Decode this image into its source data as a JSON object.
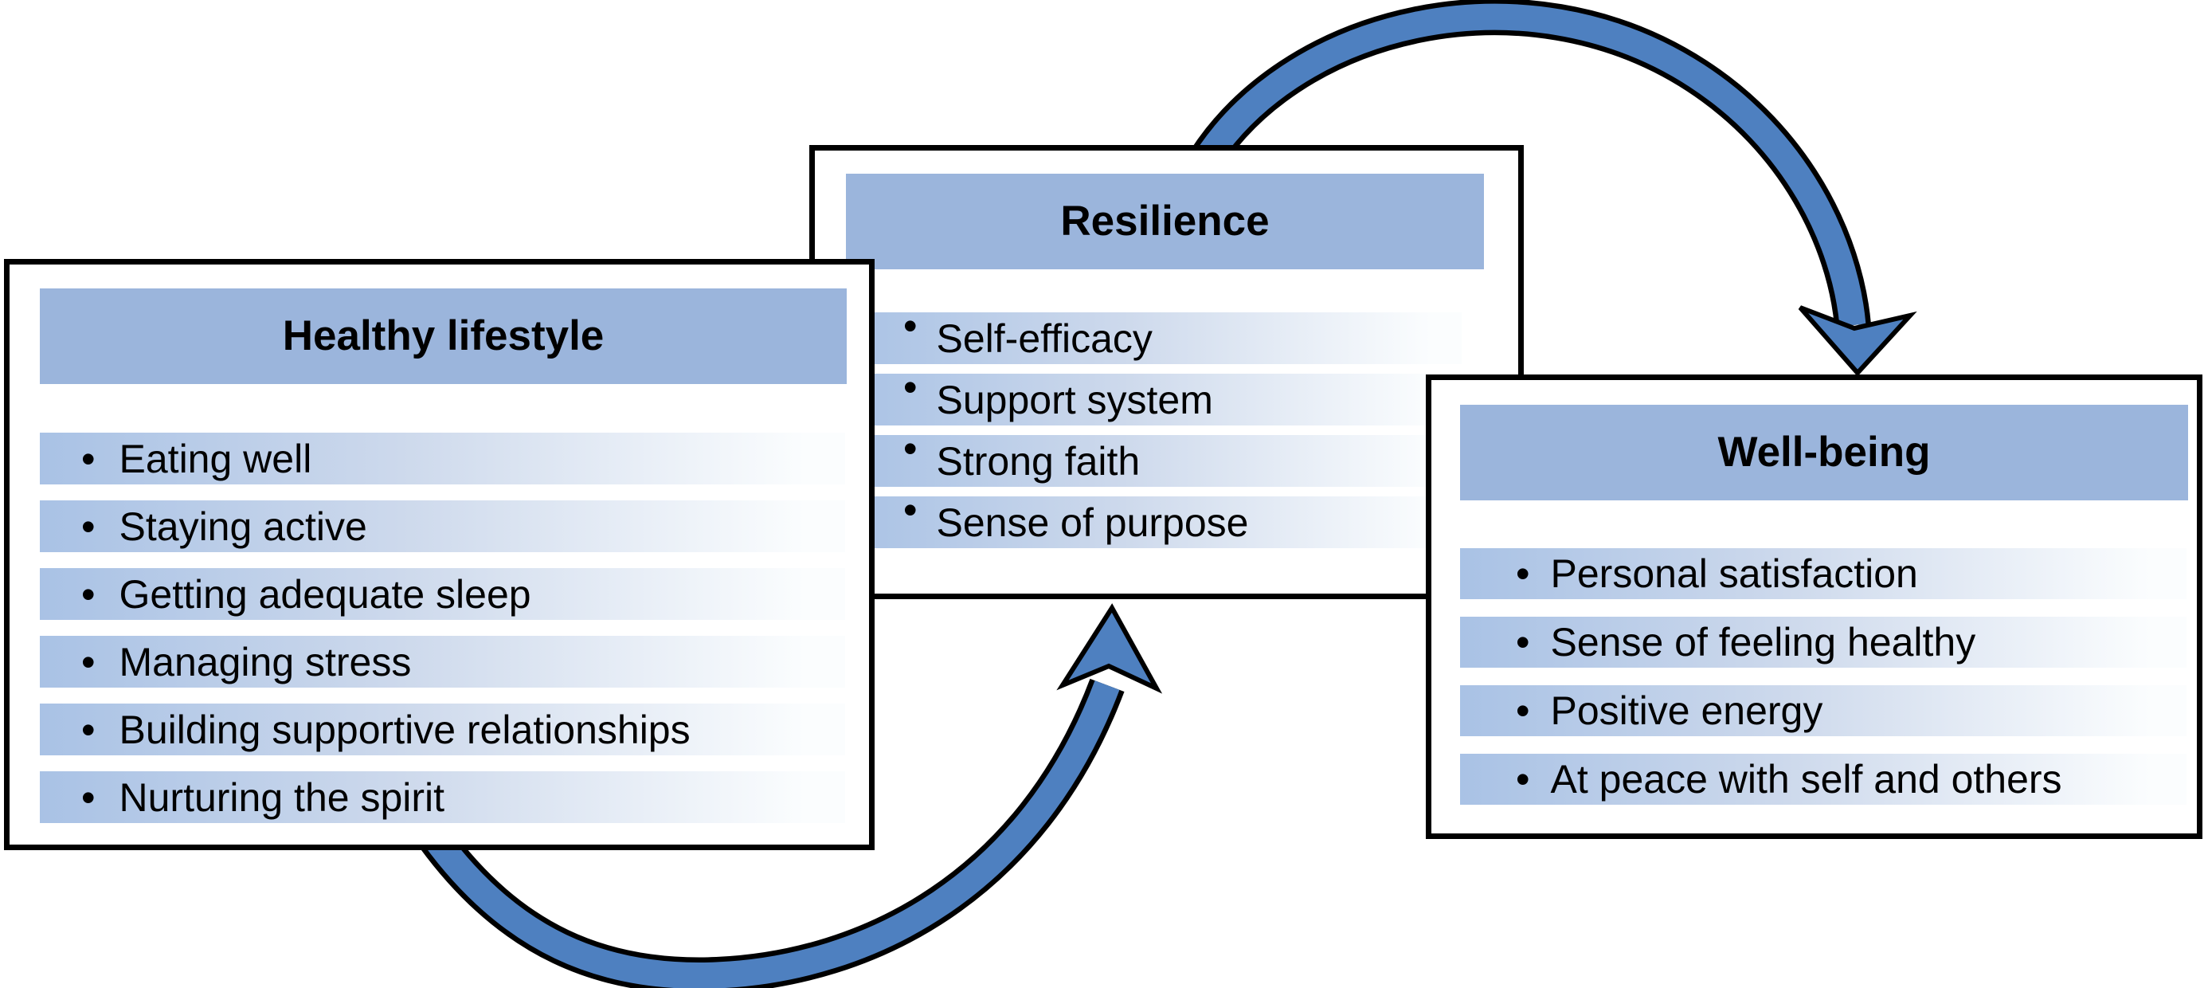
{
  "figure": {
    "bullet_char": "•",
    "boxes": [
      {
        "id": "healthy-lifestyle",
        "title": "Healthy lifestyle",
        "items": [
          "Eating well",
          "Staying active",
          "Getting adequate sleep",
          "Managing stress",
          "Building supportive relationships",
          "Nurturing the spirit"
        ]
      },
      {
        "id": "resilience",
        "title": "Resilience",
        "items": [
          "Self-efficacy",
          "Support system",
          "Strong faith",
          "Sense of purpose"
        ]
      },
      {
        "id": "well-being",
        "title": "Well-being",
        "items": [
          "Personal satisfaction",
          "Sense of feeling healthy",
          "Positive energy",
          "At peace with self and others"
        ]
      }
    ],
    "arrows": [
      {
        "name": "resilience-to-wellbeing",
        "from": "Resilience",
        "to": "Well-being"
      },
      {
        "name": "healthy-lifestyle-to-resilience",
        "from": "Healthy lifestyle",
        "to": "Resilience"
      }
    ],
    "colors": {
      "arrow_fill": "#4e80c0",
      "arrow_outline": "#000000",
      "header_fill": "#9bb5dc",
      "item_band_start": "#a9c2e5",
      "item_band_end": "#fbfdfe",
      "box_border": "#000000",
      "box_fill": "#ffffff",
      "text": "#000000"
    }
  }
}
